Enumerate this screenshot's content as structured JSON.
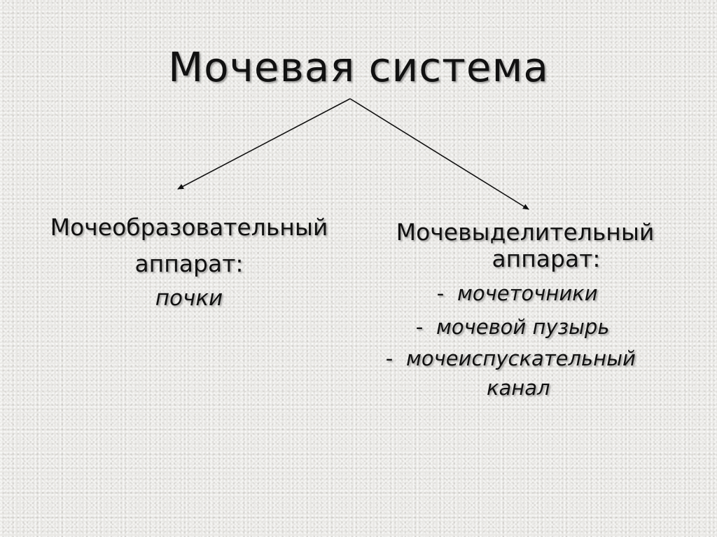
{
  "slide": {
    "title": "Мочевая система",
    "left": {
      "heading": "Мочеобразовательный",
      "subheading": "аппарат:",
      "item": "почки"
    },
    "right": {
      "heading": "Мочевыделительный",
      "subheading": "аппарат:",
      "bullet": "-",
      "items": [
        "мочеточники",
        "мочевой пузырь",
        "мочеиспускательный"
      ],
      "item_continuation": "канал"
    }
  },
  "colors": {
    "background": "#e9e8e5",
    "text": "#111111",
    "arrow": "#111111"
  }
}
